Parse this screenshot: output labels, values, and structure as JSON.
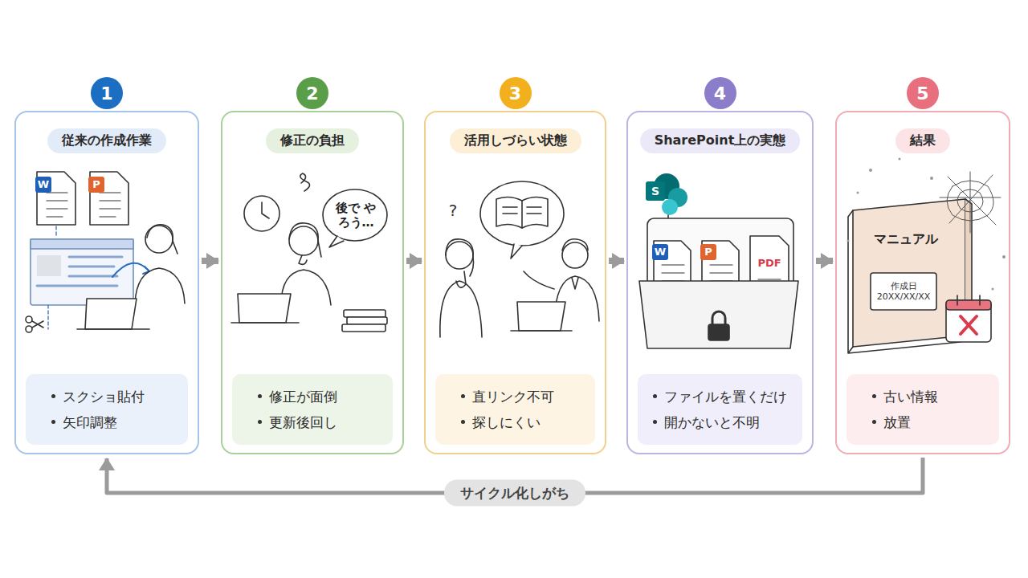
{
  "diagram": {
    "nodes": [
      {
        "text": [
          "1"
        ]
      },
      {
        "text": [
          "従来の作成作業"
        ]
      },
      {
        "text": [
          "スクショ貼付",
          "矢印調整"
        ],
        "in": 1
      },
      {
        "text": [
          "2"
        ]
      },
      {
        "text": [
          "修正の負担"
        ]
      },
      {
        "text": [
          "修正が面倒",
          "更新後回し"
        ],
        "in": 4
      },
      {
        "text": [
          "3"
        ]
      },
      {
        "text": [
          "活用しづらい状態"
        ]
      },
      {
        "text": [
          "直リンク不可",
          "探しにくい"
        ],
        "in": 7
      },
      {
        "text": [
          "4"
        ]
      },
      {
        "text": [
          "SharePoint上の実態"
        ]
      },
      {
        "text": [
          "ファイルを置くだけ",
          "開かないと不明"
        ],
        "in": 10
      },
      {
        "text": [
          "5"
        ]
      },
      {
        "text": [
          "結果"
        ]
      },
      {
        "text": [
          "古い情報",
          "放置"
        ],
        "in": 13
      }
    ],
    "edges": [
      {
        "from": 1,
        "to": 4,
        "arrow": "to"
      },
      {
        "from": 4,
        "to": 7,
        "arrow": "to"
      },
      {
        "from": 7,
        "to": 10,
        "arrow": "to"
      },
      {
        "from": 10,
        "to": 13,
        "arrow": "to"
      },
      {
        "from": 13,
        "to": 1,
        "label": "サイクル化しがち",
        "arrow": "to"
      }
    ],
    "labels": [
      "W",
      "P",
      "後で やろう…",
      "?",
      "S",
      "W",
      "P",
      "PDF",
      "マニュアル",
      "作成日 20XX/XX/XX"
    ]
  }
}
